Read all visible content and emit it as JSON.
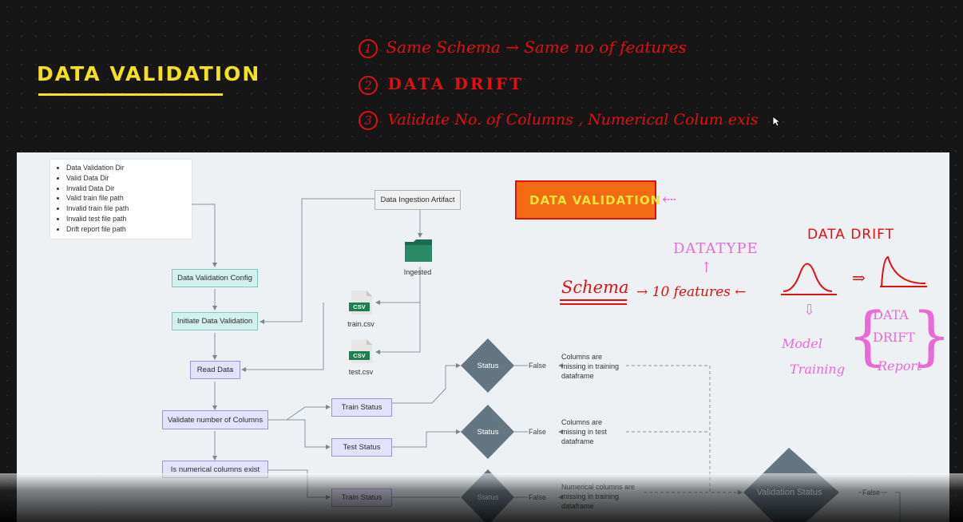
{
  "notes": {
    "title": "DATA VALIDATION",
    "points": [
      {
        "num": "1",
        "text": "Same Schema  →  Same no of features"
      },
      {
        "num": "2",
        "text": "DATA  DRIFT"
      },
      {
        "num": "3",
        "text": "Validate No. of Columns , Numerical Colum exis"
      }
    ]
  },
  "annotations": {
    "highlight_box": "DATA VALIDATION",
    "arrow_left": "⇠",
    "datatype": "DATATYPE",
    "up_arrow": "↑",
    "schema": "Schema",
    "features": "→ 10 features ←",
    "data_drift_title": "DATA  DRIFT",
    "implies": "⇒",
    "down_arrow": "⇩",
    "model_training": [
      "Model",
      "Training"
    ],
    "drift_report": [
      "DATA",
      "DRIFT",
      "Report"
    ],
    "brace_left": "{",
    "brace_right": "}"
  },
  "diagram": {
    "config_list": [
      "Data Validation Dir",
      "Valid Data Dir",
      "Invalid Data Dir",
      "Valid train file path",
      "Invalid train file path",
      "Invalid test file path",
      "Drift report file path"
    ],
    "validation_config": "Data Validation Config",
    "initiate": "Initiate Data Validation",
    "ingestion_artifact": "Data Ingestion Artifact",
    "ingested": "Ingested",
    "csv_tag": "CSV",
    "train_csv": "train.csv",
    "test_csv": "test.csv",
    "read_data": "Read Data",
    "validate_columns": "Validate number of Columns",
    "is_numerical": "Is numerical columns exist",
    "train_status": "Train Status",
    "test_status": "Test Status",
    "status": "Status",
    "false_label": "False",
    "note_train_missing": [
      "Columns are",
      "missing in training",
      "dataframe"
    ],
    "note_test_missing": [
      "Columns are",
      "missing in test",
      "dataframe"
    ],
    "note_numerical_missing": [
      "Numerical columns are",
      "missing in training",
      "dataframe"
    ],
    "validation_status": "Validation Status"
  },
  "colors": {
    "background": "#161616",
    "handwriting_yellow": "#f4e01e",
    "handwriting_red": "#e01010",
    "handwriting_pink": "#e86ad6",
    "highlight_orange": "#f26a12",
    "teal_node": "#d3f1ec",
    "purple_node": "#e3e1fb",
    "diamond": "#647682"
  }
}
